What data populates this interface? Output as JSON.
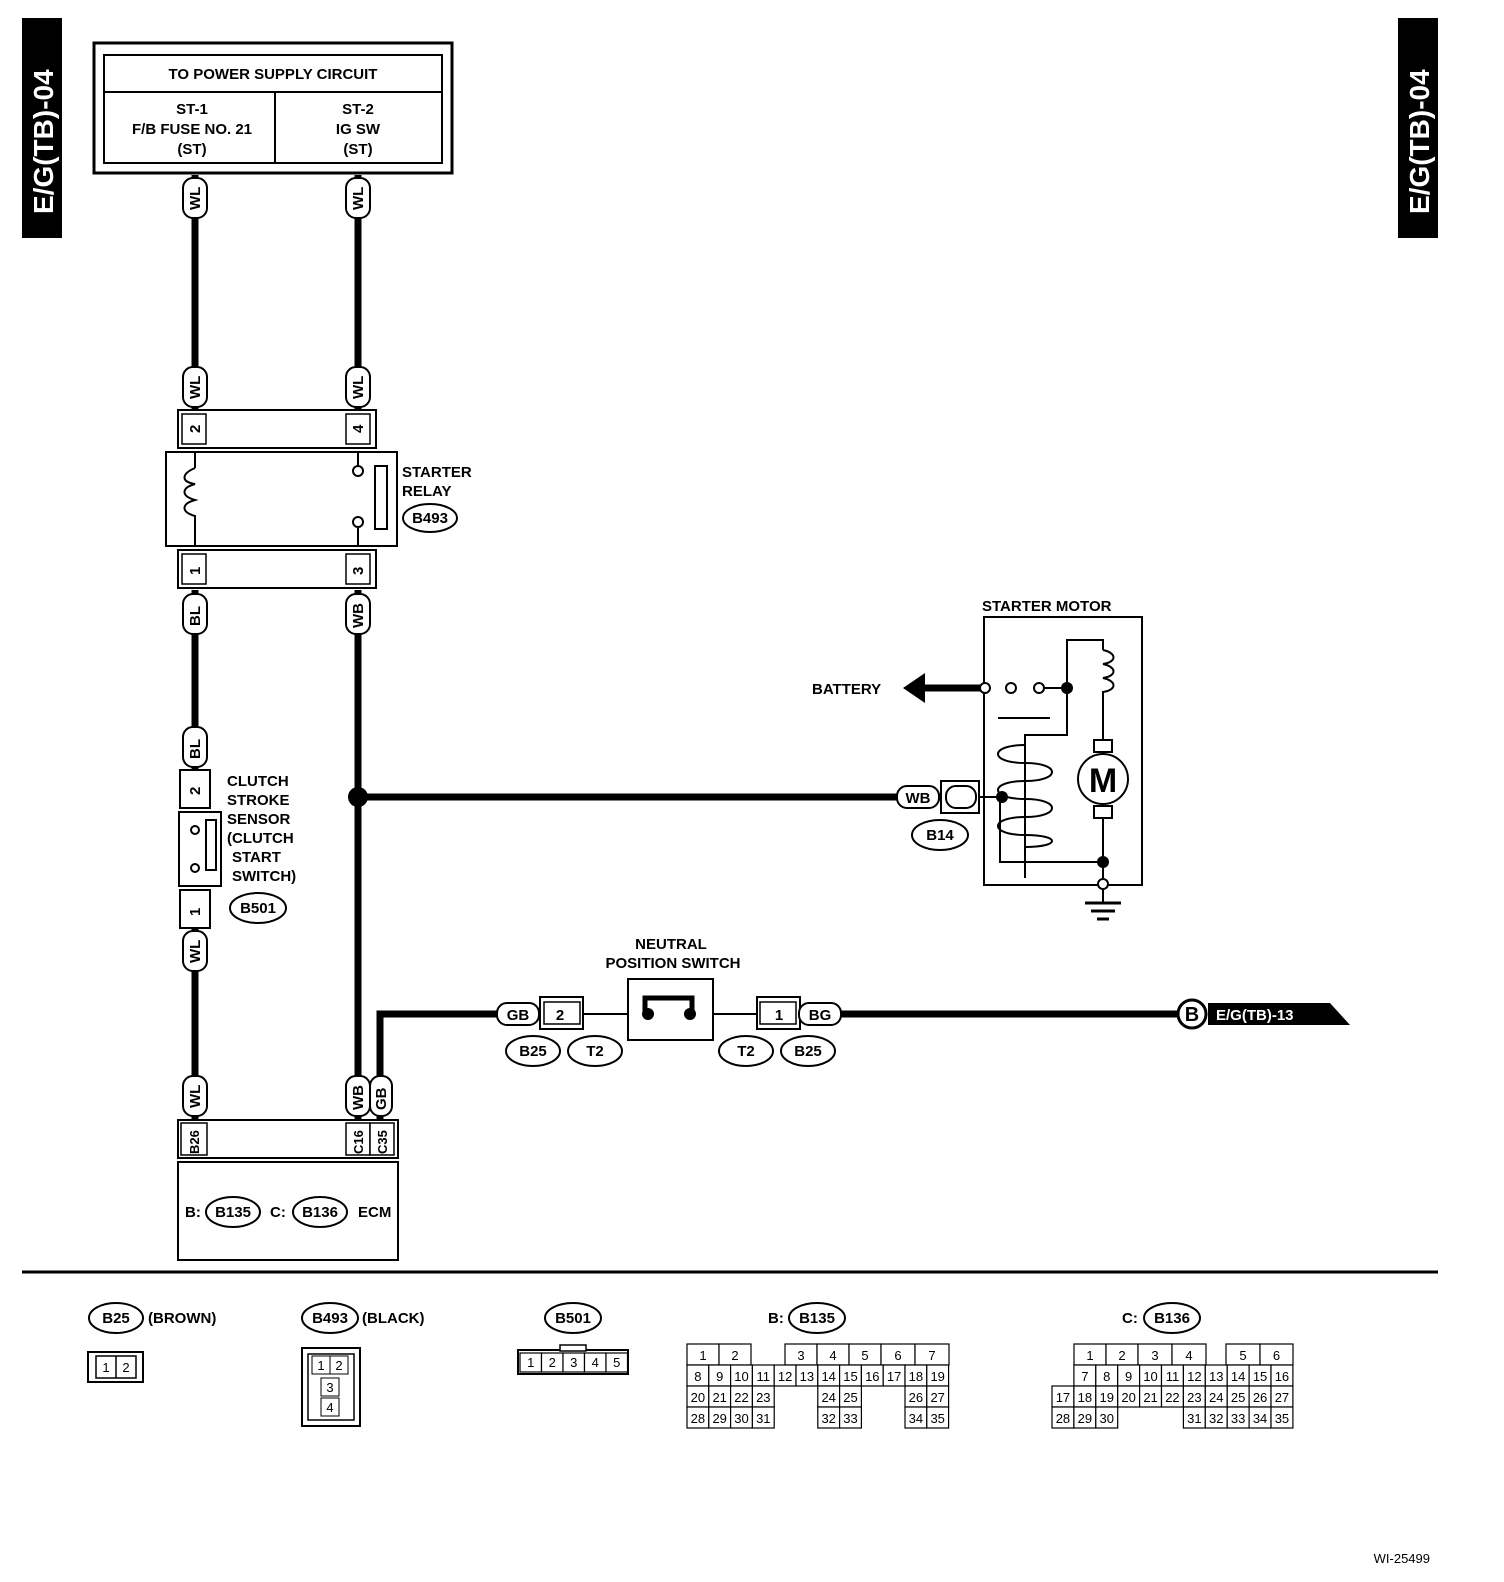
{
  "side_tabs": {
    "left": "E/G(TB)-04",
    "right": "E/G(TB)-04"
  },
  "power_supply": {
    "title": "TO POWER SUPPLY CIRCUIT",
    "st1_line1": "ST-1",
    "st1_line2": "F/B FUSE NO. 21",
    "st1_line3": "(ST)",
    "st2_line1": "ST-2",
    "st2_line2": "IG SW",
    "st2_line3": "(ST)"
  },
  "wires": {
    "wl": "WL",
    "wb": "WB",
    "bl": "BL",
    "gb": "GB",
    "bg": "BG"
  },
  "relay": {
    "line1": "STARTER",
    "line2": "RELAY",
    "code": "B493",
    "pin_a": "2",
    "pin_b": "4",
    "pin_c": "1",
    "pin_d": "3"
  },
  "clutch": {
    "line1": "CLUTCH",
    "line2": "STROKE",
    "line3": "SENSOR",
    "line4": "(CLUTCH",
    "line5": "START",
    "line6": "SWITCH)",
    "code": "B501",
    "pin_top": "2",
    "pin_bottom": "1"
  },
  "starter_motor": {
    "label": "STARTER MOTOR",
    "battery": "BATTERY",
    "motor_symbol": "M",
    "connector": "B14"
  },
  "neutral_switch": {
    "line1": "NEUTRAL",
    "line2": "POSITION SWITCH",
    "pin_left": "2",
    "pin_right": "1",
    "conn_left_a": "B25",
    "conn_left_b": "T2",
    "conn_right_a": "T2",
    "conn_right_b": "B25",
    "ref_letter": "B",
    "ref_target": "E/G(TB)-13"
  },
  "ecm": {
    "pin_b26": "B26",
    "pin_c16": "C16",
    "pin_c35": "C35",
    "b_prefix": "B:",
    "b_code": "B135",
    "c_prefix": "C:",
    "c_code": "B136",
    "label": "ECM"
  },
  "legend": {
    "b25": {
      "code": "B25",
      "color": "(BROWN)",
      "pins": [
        "1",
        "2"
      ]
    },
    "b493": {
      "code": "B493",
      "color": "(BLACK)",
      "pins": [
        "1",
        "2",
        "3",
        "4"
      ]
    },
    "b501": {
      "code": "B501",
      "pins": [
        "1",
        "2",
        "3",
        "4",
        "5"
      ]
    },
    "b135": {
      "prefix": "B:",
      "code": "B135",
      "rows": [
        [
          "1",
          "2",
          "",
          "",
          "3",
          "4",
          "5",
          "6",
          "7"
        ],
        [
          "8",
          "9",
          "10",
          "11",
          "12",
          "13",
          "14",
          "15",
          "16",
          "17",
          "18",
          "19"
        ],
        [
          "20",
          "21",
          "22",
          "23",
          "",
          "",
          "24",
          "25",
          "",
          "",
          "26",
          "27"
        ],
        [
          "28",
          "29",
          "30",
          "31",
          "",
          "",
          "32",
          "33",
          "",
          "",
          "34",
          "35"
        ]
      ]
    },
    "b136": {
      "prefix": "C:",
      "code": "B136",
      "rows": [
        [
          "",
          "1",
          "2",
          "3",
          "4",
          "",
          "5",
          "6"
        ],
        [
          "",
          "7",
          "8",
          "9",
          "10",
          "11",
          "12",
          "13",
          "14",
          "15",
          "16"
        ],
        [
          "17",
          "18",
          "19",
          "20",
          "21",
          "22",
          "23",
          "24",
          "25",
          "26",
          "27"
        ],
        [
          "28",
          "29",
          "30",
          "",
          "",
          "",
          "31",
          "32",
          "33",
          "34",
          "35"
        ]
      ]
    }
  },
  "figure_id": "WI-25499"
}
